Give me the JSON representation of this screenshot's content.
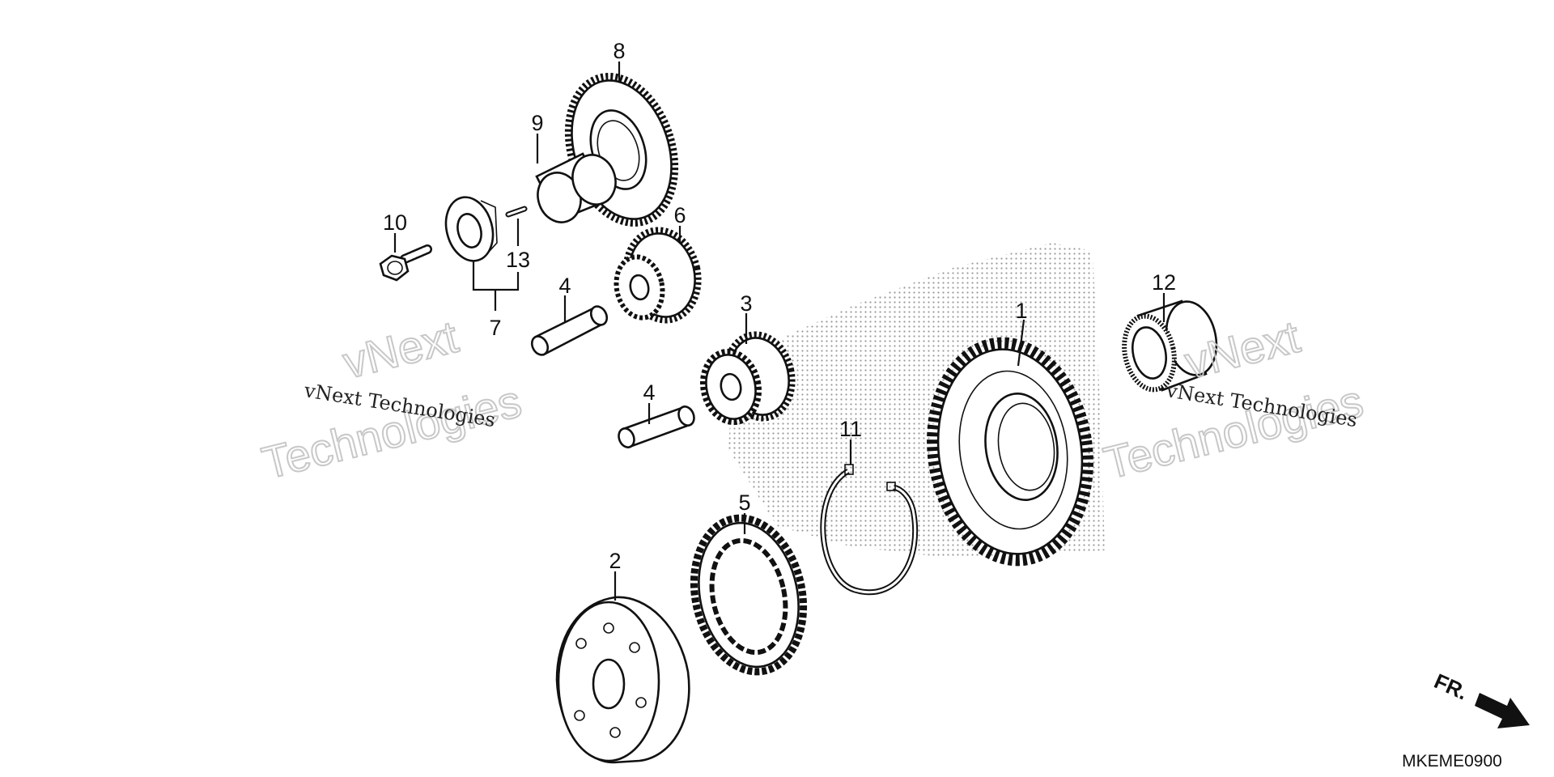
{
  "callouts": {
    "c1": "1",
    "c2": "2",
    "c3": "3",
    "c4a": "4",
    "c4b": "4",
    "c5": "5",
    "c6": "6",
    "c7": "7",
    "c8": "8",
    "c9": "9",
    "c10": "10",
    "c11": "11",
    "c12": "12",
    "c13": "13"
  },
  "watermark": {
    "brand": "vNext",
    "company": "Technologies",
    "full": "vNext Technologies"
  },
  "diagram_code": "MKEME0900",
  "front_marker": "FR."
}
